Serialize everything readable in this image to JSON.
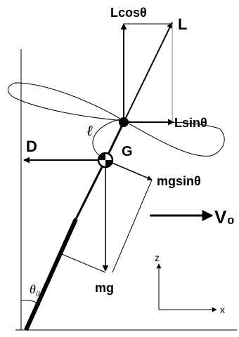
{
  "labels": {
    "lift": "L",
    "lift_vertical": "Lcosθ",
    "lift_horizontal": "Lsinθ",
    "drag": "D",
    "center_of_gravity": "G",
    "length": "ℓ",
    "weight": "mg",
    "weight_component": "mgsinθ",
    "velocity": "V₀",
    "initial_angle": "θ₀",
    "axis_z": "z",
    "axis_x": "x"
  }
}
